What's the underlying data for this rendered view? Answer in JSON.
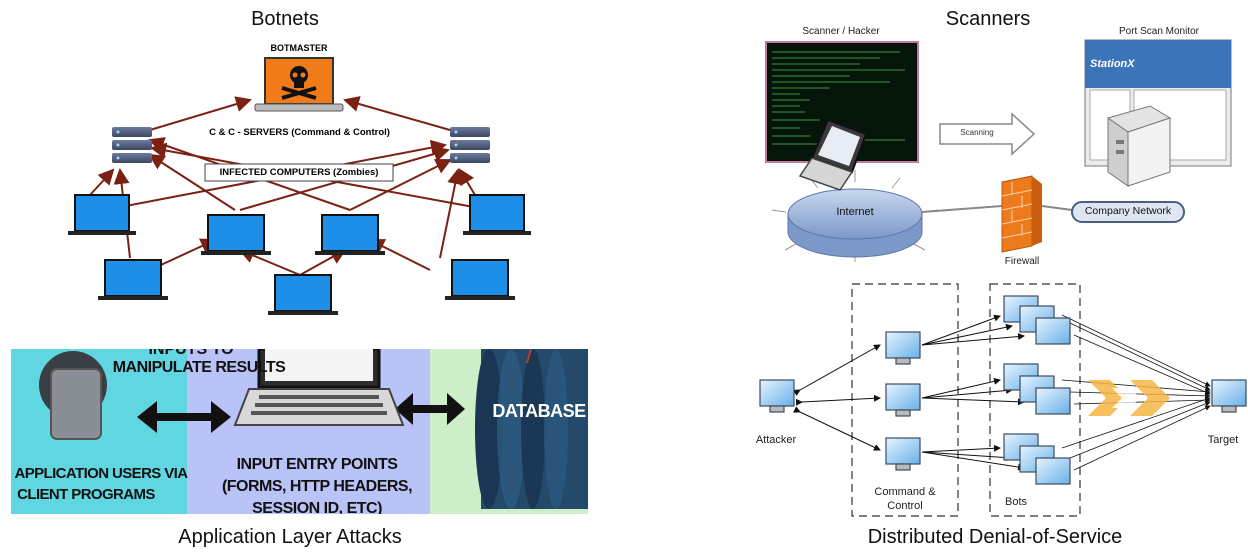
{
  "titles": {
    "botnets": "Botnets",
    "scanners": "Scanners",
    "app_layer": "Application Layer Attacks",
    "ddos": "Distributed Denial-of-Service"
  },
  "botnet": {
    "botmaster": "BOTMASTER",
    "cc_servers": "C & C - SERVERS (Command & Control)",
    "infected": "INFECTED COMPUTERS (Zombies)"
  },
  "scanner": {
    "scanner_hacker": "Scanner / Hacker",
    "port_scan_monitor": "Port Scan Monitor",
    "scanning": "Scanning",
    "internet": "Internet",
    "firewall": "Firewall",
    "company_network": "Company Network",
    "station_x": "StationX"
  },
  "app": {
    "manip_line1": "INPUTS TO",
    "manip_line2": "MANIPULATE RESULTS",
    "database": "DATABASE",
    "users_line1": "APPLICATION USERS VIA",
    "users_line2": "CLIENT PROGRAMS",
    "entry_line1": "INPUT ENTRY POINTS",
    "entry_line2": "(FORMS, HTTP HEADERS,",
    "entry_line3": "SESSION ID, ETC)"
  },
  "ddos": {
    "attacker": "Attacker",
    "cc_line1": "Command &",
    "cc_line2": "Control",
    "bots": "Bots",
    "target": "Target"
  },
  "colors": {
    "arrow_red": "#7a2114",
    "monitor_blue": "#1e8ee6",
    "orange_laptop": "#f07b18",
    "app_cyan": "#5fd6e0",
    "app_lavender": "#b9c3f7",
    "app_green": "#cdeec8",
    "db_blue": "#244a6b",
    "firewall_orange": "#ee7a1e",
    "internet_blue": "#a9c2e6"
  }
}
